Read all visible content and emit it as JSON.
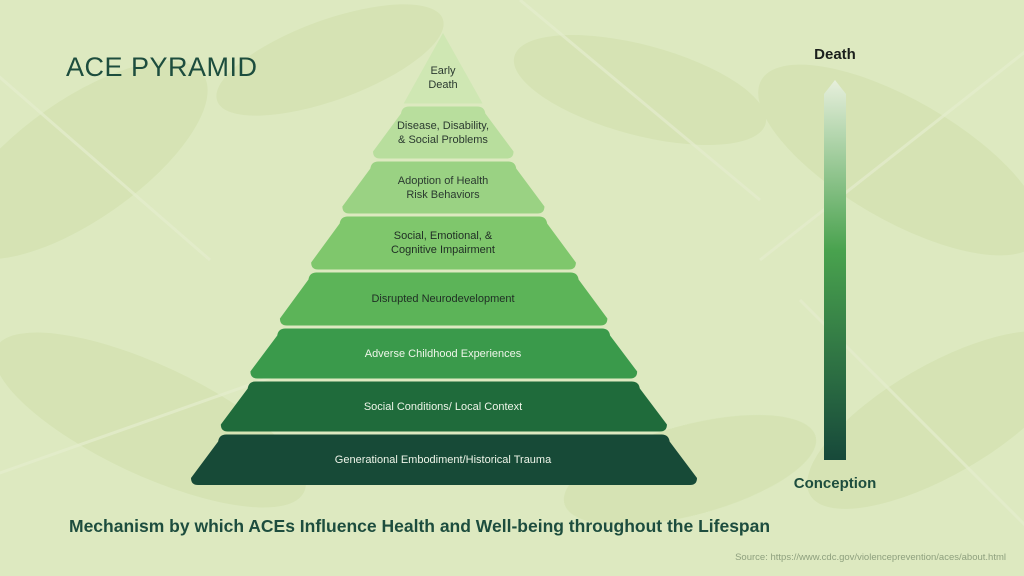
{
  "title": "ACE PYRAMID",
  "layers": [
    {
      "text": "Early\nDeath",
      "fill": "#cfe7b3",
      "text_color": "#2b3a30"
    },
    {
      "text": "Disease, Disability,\n& Social Problems",
      "fill": "#b8de9d",
      "text_color": "#2b3a30"
    },
    {
      "text": "Adoption of Health\nRisk Behaviors",
      "fill": "#9ad283",
      "text_color": "#2b3a30"
    },
    {
      "text": "Social, Emotional, &\nCognitive Impairment",
      "fill": "#7fc76c",
      "text_color": "#1f2d24"
    },
    {
      "text": "Disrupted Neurodevelopment",
      "fill": "#5cb458",
      "text_color": "#1f2d24"
    },
    {
      "text": "Adverse Childhood Experiences",
      "fill": "#3a9a4b",
      "text_color": "#eef5e9"
    },
    {
      "text": "Social Conditions/ Local Context",
      "fill": "#1f6b3b",
      "text_color": "#eef5e9"
    },
    {
      "text": "Generational Embodiment/Historical Trauma",
      "fill": "#174a37",
      "text_color": "#eef5e9"
    }
  ],
  "bar": {
    "top_label": "Death",
    "bottom_label": "Conception",
    "color_top": "#e7efdc",
    "color_mid": "#49a24e",
    "color_bottom": "#17493a"
  },
  "subtitle": "Mechanism by which ACEs Influence Health and Well-being throughout the Lifespan",
  "source": "Source: https://www.cdc.gov/violenceprevention/aces/about.html"
}
